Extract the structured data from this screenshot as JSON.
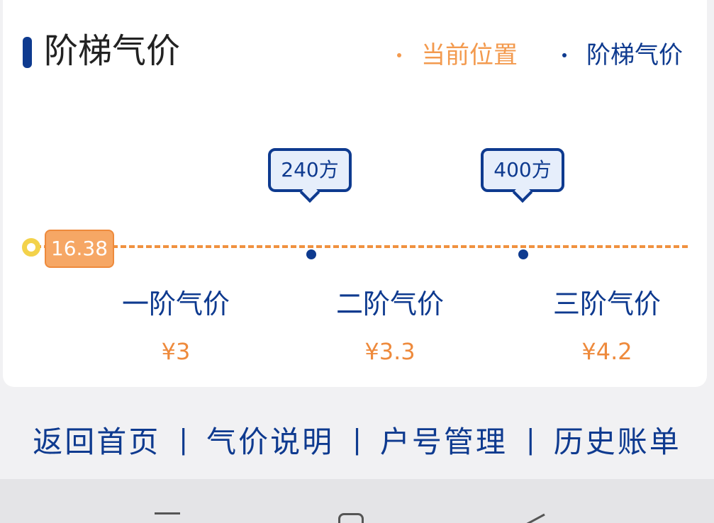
{
  "header": {
    "title": "阶梯气价",
    "legend": [
      {
        "label": "当前位置",
        "color": "#f39a4e"
      },
      {
        "label": "阶梯气价",
        "color": "#0e3a8f"
      }
    ]
  },
  "track": {
    "current_usage": "16.38",
    "thresholds": [
      {
        "label": "240方"
      },
      {
        "label": "400方"
      }
    ],
    "tiers": [
      {
        "name": "一阶气价",
        "price": "¥3"
      },
      {
        "name": "二阶气价",
        "price": "¥3.3"
      },
      {
        "name": "三阶气价",
        "price": "¥4.2"
      }
    ]
  },
  "footer_nav": [
    {
      "label": "返回首页"
    },
    {
      "label": "气价说明"
    },
    {
      "label": "户号管理"
    },
    {
      "label": "历史账单"
    }
  ],
  "footer_separator": "|",
  "colors": {
    "primary": "#0e3a8f",
    "accent": "#f0913f",
    "marker": "#f3d24a"
  },
  "system_bar": {
    "icons": [
      "menu-icon",
      "home-icon",
      "back-icon"
    ]
  }
}
